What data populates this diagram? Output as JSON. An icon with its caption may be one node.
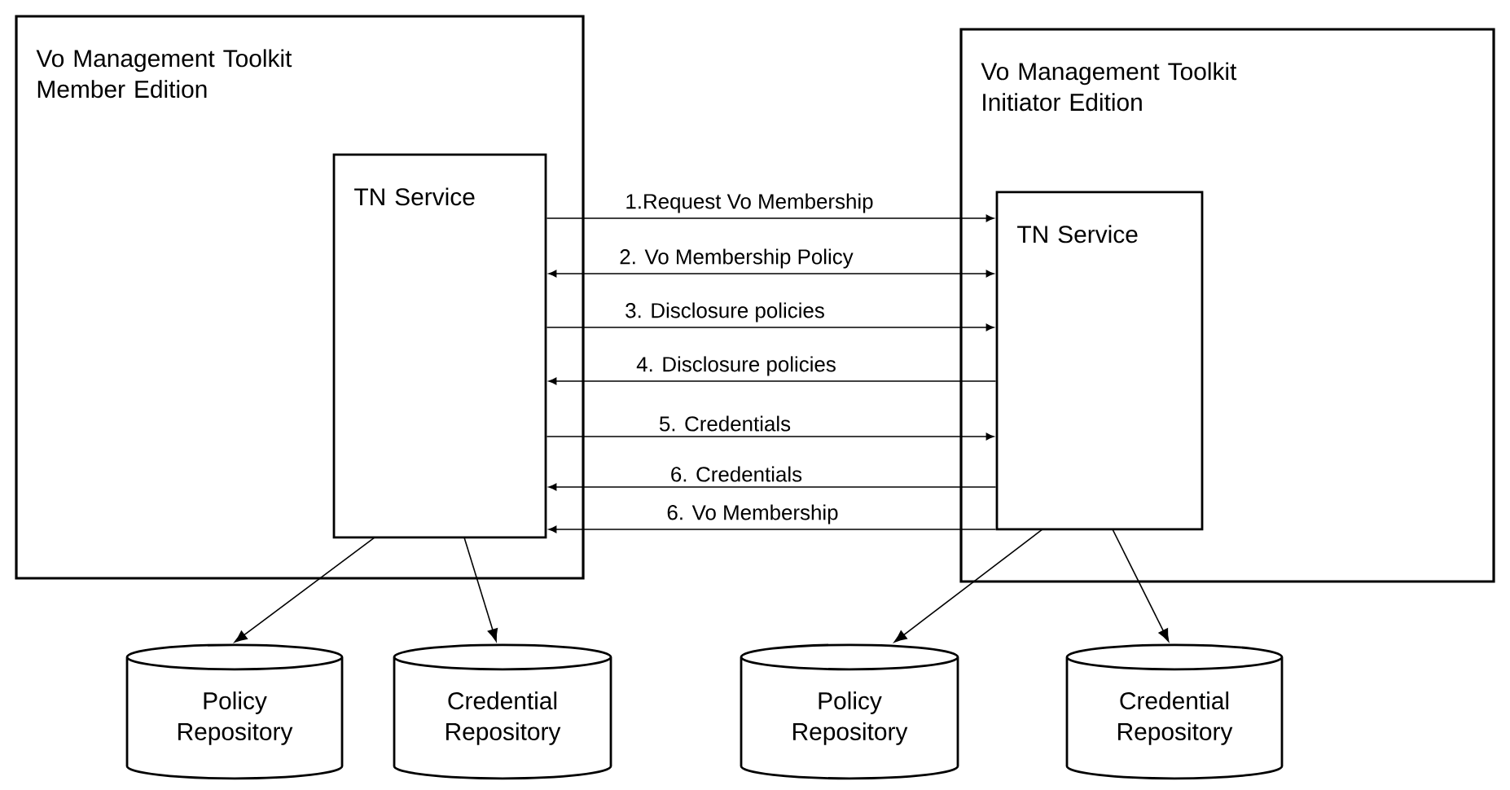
{
  "diagram": {
    "nodes": [
      {
        "text": [
          "Vo Management Toolkit Member Edition"
        ]
      },
      {
        "text": [
          "TN Service"
        ],
        "in": 0
      },
      {
        "text": [
          "Vo Management Toolkit Initiator Edition"
        ]
      },
      {
        "text": [
          "TN Service"
        ],
        "in": 2
      },
      {
        "text": [
          "Policy Repository"
        ]
      },
      {
        "text": [
          "Credential Repository"
        ]
      },
      {
        "text": [
          "Policy Repository"
        ]
      },
      {
        "text": [
          "Credential Repository"
        ]
      }
    ],
    "edges": [
      {
        "from": 1,
        "to": 3,
        "arrow": "to",
        "label": "1.Request Vo Membership"
      },
      {
        "from": 1,
        "to": 3,
        "arrow": "both",
        "label": "2. Vo Membership Policy"
      },
      {
        "from": 1,
        "to": 3,
        "arrow": "to",
        "label": "3. Disclosure policies"
      },
      {
        "from": 3,
        "to": 1,
        "arrow": "to",
        "label": "4. Disclosure policies"
      },
      {
        "from": 1,
        "to": 3,
        "arrow": "to",
        "label": "5. Credentials"
      },
      {
        "from": 3,
        "to": 1,
        "arrow": "to",
        "label": "6. Credentials"
      },
      {
        "from": 3,
        "to": 1,
        "arrow": "to",
        "label": "6. Vo Membership"
      },
      {
        "from": 1,
        "to": 4,
        "arrow": "to"
      },
      {
        "from": 1,
        "to": 5,
        "arrow": "to"
      },
      {
        "from": 3,
        "to": 6,
        "arrow": "to"
      },
      {
        "from": 3,
        "to": 7,
        "arrow": "to"
      }
    ]
  }
}
